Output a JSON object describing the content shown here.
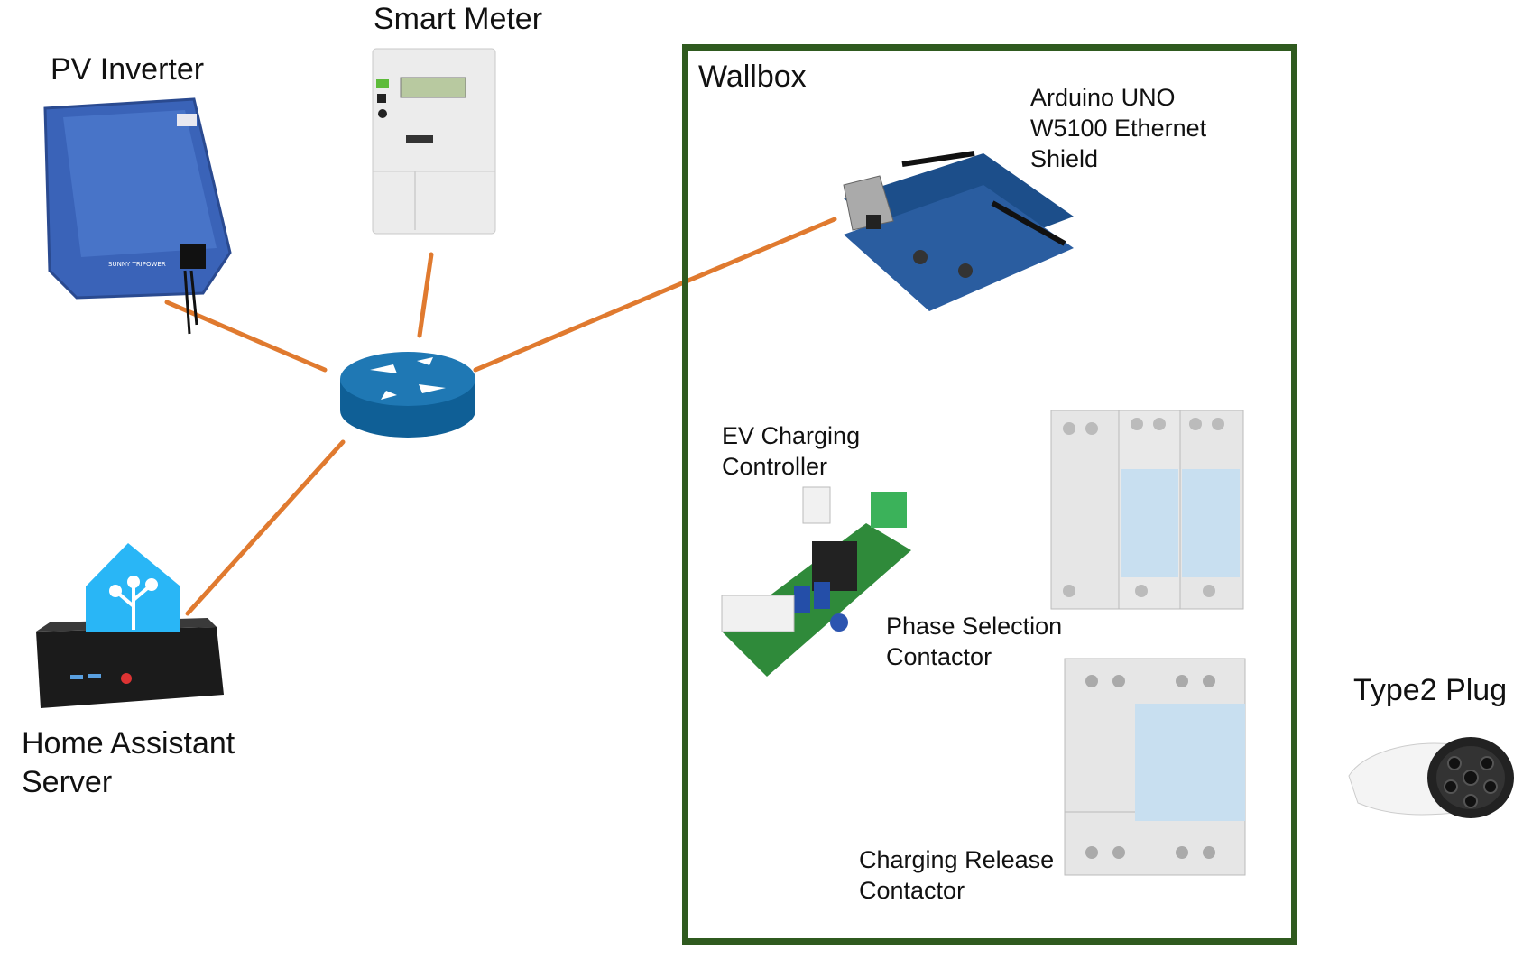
{
  "nodes": {
    "pv_inverter": "PV Inverter",
    "smart_meter": "Smart Meter",
    "home_assistant": "Home Assistant\nServer",
    "type2_plug": "Type2 Plug"
  },
  "wallbox": {
    "title": "Wallbox",
    "arduino": "Arduino UNO\nW5100 Ethernet\nShield",
    "ev_controller": "EV Charging\nController",
    "phase_contactor": "Phase Selection\nContactor",
    "release_contactor": "Charging Release\nContactor"
  },
  "colors": {
    "link": "#e07a2f",
    "wallbox_border": "#2f5a1f",
    "router": "#1f6fa3",
    "inverter": "#3a63b8"
  },
  "icons": [
    "pv-inverter-icon",
    "smart-meter-icon",
    "router-icon",
    "mini-pc-icon",
    "home-assistant-logo-icon",
    "arduino-board-icon",
    "ev-controller-board-icon",
    "contactor-icon",
    "type2-plug-icon"
  ]
}
